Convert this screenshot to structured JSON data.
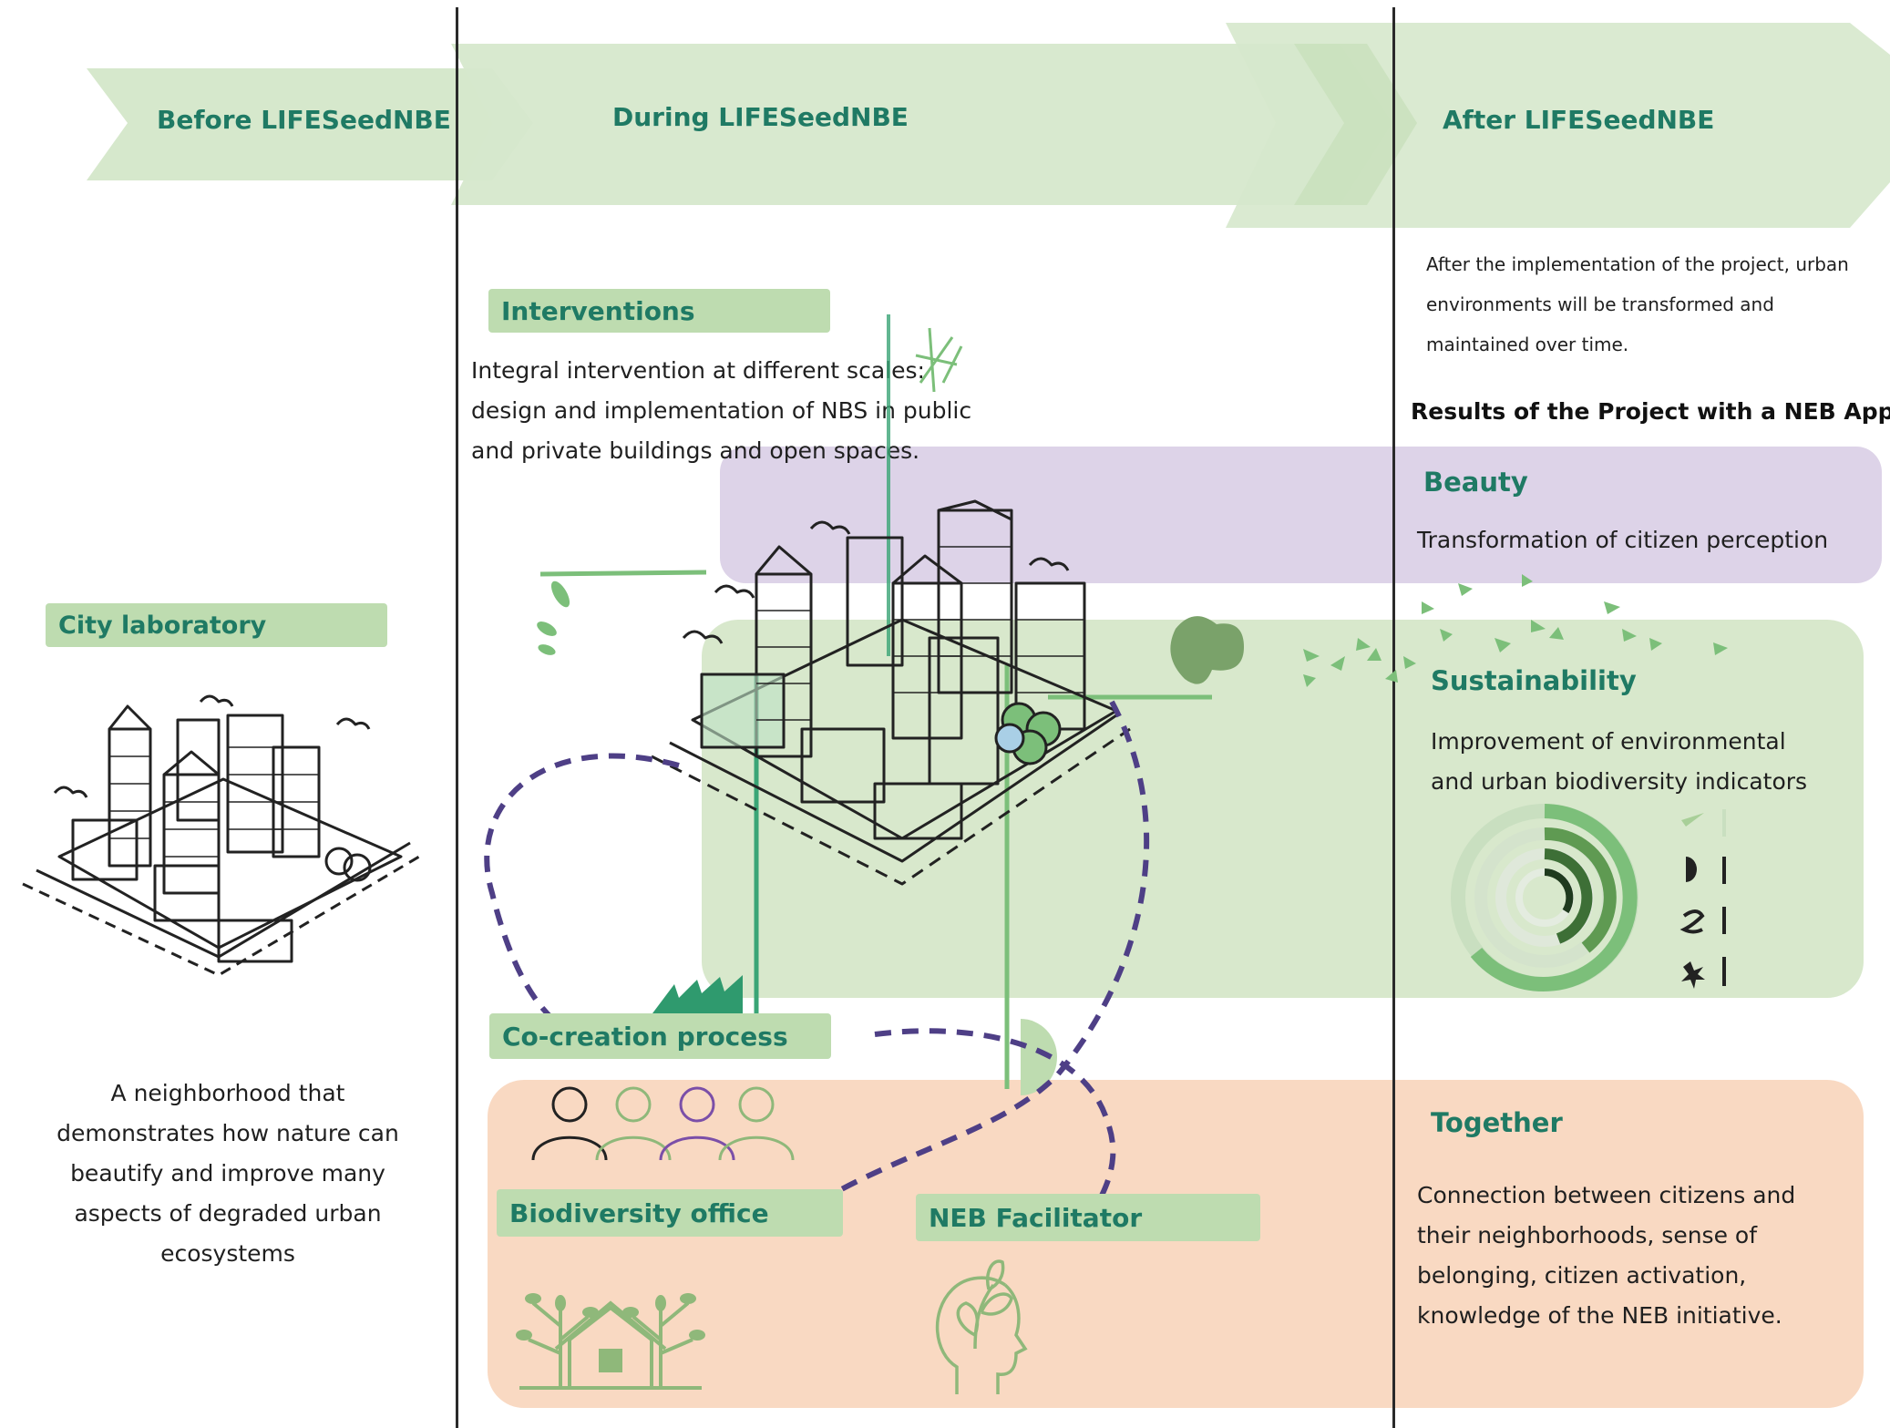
{
  "phases": {
    "before": "Before LIFESeedNBE",
    "during": "During LIFESeedNBE",
    "after": "After LIFESeedNBE"
  },
  "before": {
    "label": "City laboratory",
    "description": [
      "A neighborhood that",
      "demonstrates how nature can",
      "beautify and improve many",
      "aspects of degraded urban",
      "ecosystems"
    ]
  },
  "during": {
    "interventions_label": "Interventions",
    "interventions_text": [
      "Integral intervention at different scales:",
      "design and implementation of NBS in public",
      "and private buildings and open spaces."
    ],
    "cocreation_label": "Co-creation process",
    "biodiversity_label": "Biodiversity office",
    "facilitator_label": "NEB Facilitator"
  },
  "after": {
    "intro": [
      "After the implementation of the project, urban",
      "environments will be transformed and",
      "maintained over time."
    ],
    "results_title": "Results of the Project with a NEB Approach",
    "beauty_title": "Beauty",
    "beauty_text": "Transformation of citizen perception",
    "sustainability_title": "Sustainability",
    "sustainability_text": [
      "Improvement of environmental",
      "and urban biodiversity indicators"
    ],
    "together_title": "Together",
    "together_text": [
      "Connection between citizens and",
      "their neighborhoods, sense of",
      "belonging, citizen activation,",
      "knowledge of the NEB initiative."
    ]
  },
  "colors": {
    "arrow_green": "#d6e8cc",
    "label_green": "#bedcb0",
    "heading_teal": "#1f7a64",
    "beauty_purple": "#ddd3e8",
    "together_peach": "#f9d9c2",
    "dashed_purple": "#4e3f86",
    "line_green": "#3aa576"
  },
  "icons": [
    "city-illustration-icon",
    "people-group-icon",
    "house-trees-icon",
    "head-sprout-icon",
    "birds-icon",
    "radial-progress-icon"
  ]
}
